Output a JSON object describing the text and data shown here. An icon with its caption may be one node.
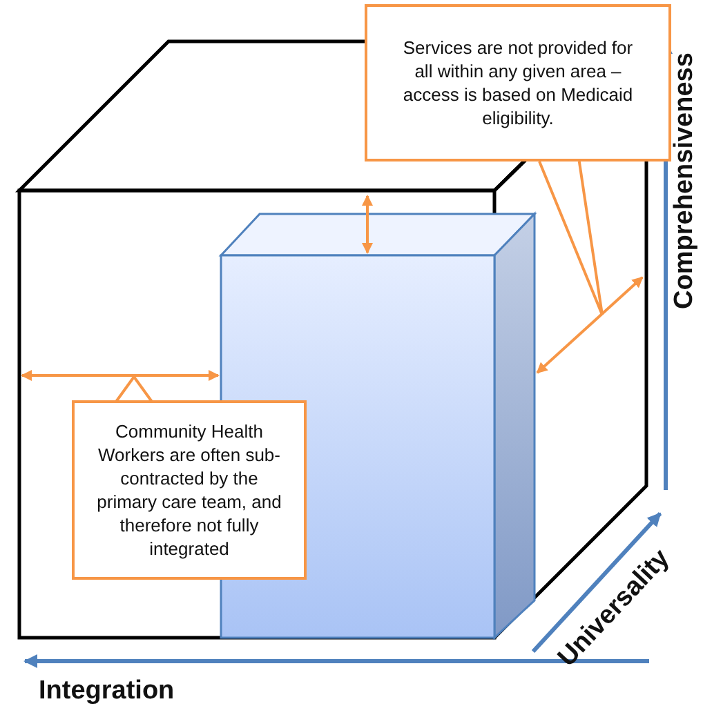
{
  "diagram": {
    "nodes": [
      {
        "text": [
          "Community Health Workers are often sub-contracted by the primary care team, and therefore not fully integrated"
        ]
      },
      {
        "text": [
          "Services are not provided for all within any given area – access is based on Medicaid eligibility."
        ]
      }
    ],
    "edges": [
      {
        "from": 1,
        "to": null,
        "arrow": "none"
      },
      {
        "from": 1,
        "to": null,
        "arrow": "none"
      }
    ],
    "labels": [
      "Comprehensiveness",
      "Universality",
      "Integration"
    ]
  }
}
